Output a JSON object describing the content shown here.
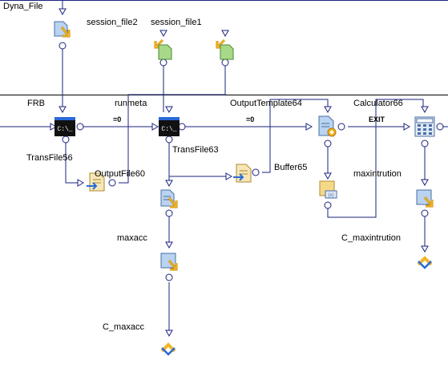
{
  "labels": {
    "dyna_file": "Dyna_File",
    "session_file2": "session_file2",
    "session_file1": "session_file1",
    "frb": "FRB",
    "runmeta": "runmeta",
    "output_template64": "OutputTemplate64",
    "calculator66": "Calculator66",
    "eq0_a": "=0",
    "eq0_b": "=0",
    "exit": "EXIT",
    "transfile56": "TransFile56",
    "transfile63": "TransFile63",
    "outputfile60": "OutputFile60",
    "buffer65": "Buffer65",
    "maxintrution": "maxintrution",
    "maxacc": "maxacc",
    "c_maxintrution": "C_maxintrution",
    "c_maxacc": "C_maxacc"
  },
  "icons": {
    "cmd_text": "C:\\_"
  },
  "colors": {
    "edge": "#1a237e",
    "cmd_bg": "#111111",
    "cmd_bar": "#2a6ad9",
    "doc_blue": "#b9d3f0",
    "doc_green": "#a8d88a",
    "arrow_yellow": "#f2b62a"
  }
}
